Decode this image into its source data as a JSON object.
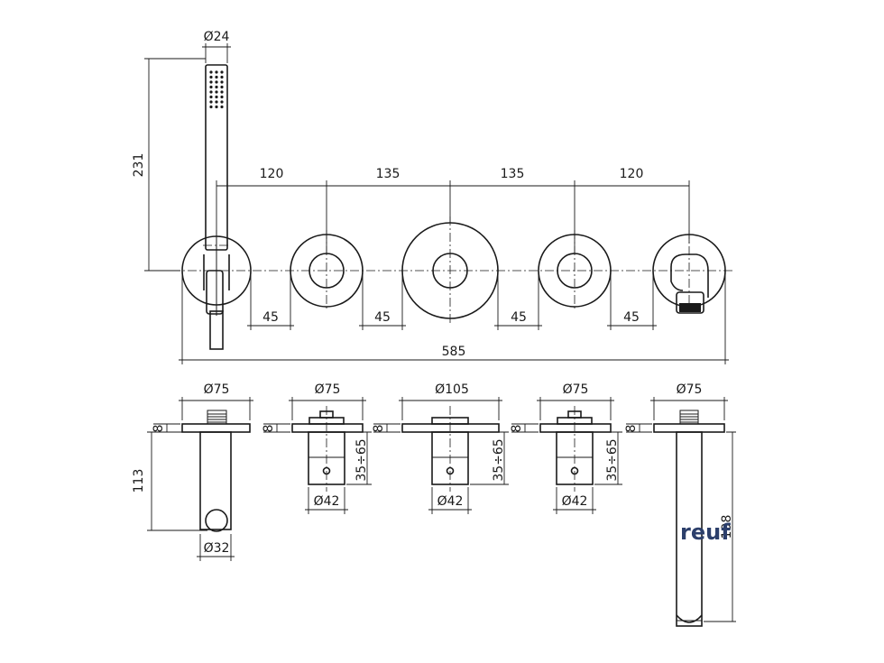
{
  "top_view": {
    "handshower_diameter": "Ø24",
    "handshower_height": "231",
    "spacing": [
      "120",
      "135",
      "135",
      "120"
    ],
    "gaps": [
      "45",
      "45",
      "45",
      "45"
    ],
    "overall_width": "585"
  },
  "bottom_view": {
    "handshower": {
      "plate": "Ø75",
      "depth": "8",
      "holder_height": "113",
      "hose_connector": "Ø32"
    },
    "mixer_left": {
      "plate": "Ø75",
      "depth": "8",
      "range": "35÷65",
      "body": "Ø42"
    },
    "mixer_center": {
      "plate": "Ø105",
      "depth": "8",
      "range": "35÷65",
      "body": "Ø42"
    },
    "mixer_right": {
      "plate": "Ø75",
      "depth": "8",
      "range": "35÷65",
      "body": "Ø42"
    },
    "spout": {
      "plate": "Ø75",
      "depth": "8",
      "length": "198"
    }
  },
  "watermark": {
    "text": "reuf",
    "color": "#2c3f6b"
  }
}
